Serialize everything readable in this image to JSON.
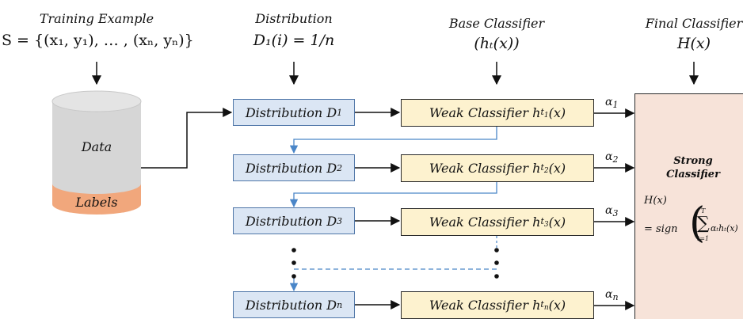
{
  "headers": {
    "training_example": "Training Example",
    "distribution": "Distribution",
    "base_classifier": "Base Classifier",
    "final_classifier": "Final Classifier"
  },
  "formulas": {
    "training_set": "S = {(x₁, y₁), … , (xₙ, yₙ)}",
    "initial_distribution": "D₁(i) = 1/n",
    "base_hypothesis": "(hₜ(x))",
    "final_hypothesis": "H(x)"
  },
  "database": {
    "data_label": "Data",
    "labels_label": "Labels"
  },
  "rows": [
    {
      "distribution_text": "Distribution D",
      "distribution_sub": "1",
      "classifier_text": "Weak Classifier h",
      "classifier_sub": "t",
      "classifier_subsub": "1",
      "classifier_tail": "(x)",
      "alpha_text": "α",
      "alpha_sub": "1"
    },
    {
      "distribution_text": "Distribution D",
      "distribution_sub": "2",
      "classifier_text": "Weak Classifier h",
      "classifier_sub": "t",
      "classifier_subsub": "2",
      "classifier_tail": "(x)",
      "alpha_text": "α",
      "alpha_sub": "2"
    },
    {
      "distribution_text": "Distribution D",
      "distribution_sub": "3",
      "classifier_text": "Weak Classifier h",
      "classifier_sub": "t",
      "classifier_subsub": "3",
      "classifier_tail": "(x)",
      "alpha_text": "α",
      "alpha_sub": "3"
    },
    {
      "distribution_text": "Distribution D",
      "distribution_sub": "n",
      "classifier_text": "Weak Classifier h",
      "classifier_sub": "t",
      "classifier_subsub": "n",
      "classifier_tail": "(x)",
      "alpha_text": "α",
      "alpha_sub": "n"
    }
  ],
  "strong": {
    "title_line1": "Strong",
    "title_line2": "Classifier",
    "formula_hx": "H(x)",
    "formula_eq": "= sign",
    "sum_top": "T",
    "sum_symbol": "∑",
    "sum_bottom": "t=1",
    "sum_term": "αₜhₜ(x)"
  },
  "colors": {
    "distribution_fill": "#dbe6f4",
    "distribution_border": "#4f76a8",
    "weak_fill": "#fdf2cf",
    "strong_fill": "#f7e3d9",
    "cylinder_gray": "#d6d6d6",
    "cylinder_orange": "#f1a77c",
    "feedback_blue": "#4a86c8"
  }
}
